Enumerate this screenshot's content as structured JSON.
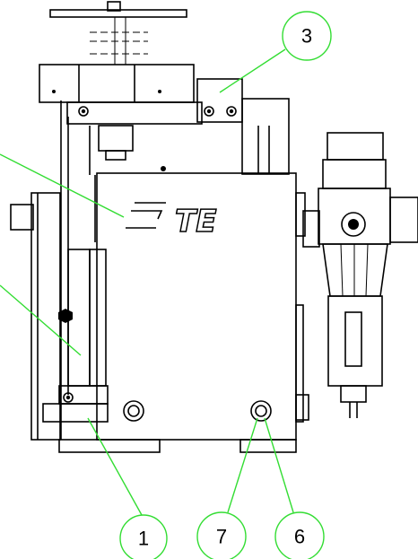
{
  "drawing": {
    "brand": "TE",
    "callouts": [
      {
        "id": "callout-1",
        "label": "1"
      },
      {
        "id": "callout-3",
        "label": "3"
      },
      {
        "id": "callout-6",
        "label": "6"
      },
      {
        "id": "callout-7",
        "label": "7"
      }
    ],
    "colors": {
      "line": "#000000",
      "leader": "#33dd33",
      "background": "#ffffff"
    }
  }
}
